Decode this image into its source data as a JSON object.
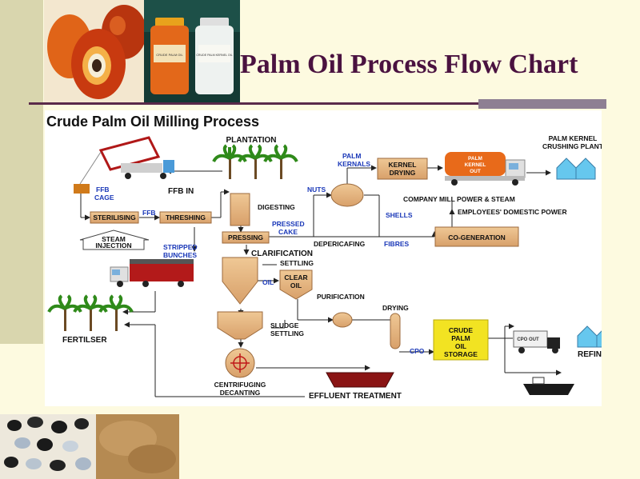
{
  "slide": {
    "title": "Palm Oil Process Flow Chart",
    "colors": {
      "title": "#4a1240",
      "box": "#e3b47c",
      "box_border": "#9c6a3c",
      "arrow": "#222222",
      "label_blue": "#1a38b8"
    }
  },
  "photos": {
    "top_left": "palm-fruit-photo",
    "top_middle": "oil-jars-photo",
    "jar_labels": [
      "CRUDE PALM OIL",
      "CRUDE PALM KERNEL OIL"
    ],
    "bottom_left": "palm-kernels-photo",
    "bottom_middle": "palm-fibre-photo"
  },
  "diagram": {
    "heading": "Crude Palm Oil Milling Process",
    "nodes": {
      "plantation": "PLANTATION",
      "ffb_in": "FFB IN",
      "ffb_cage": [
        "FFB",
        "CAGE"
      ],
      "sterilising": "STERILISING",
      "ffb": "FFB",
      "threshing": "THRESHING",
      "digesting": "DIGESTING",
      "pressing": "PRESSING",
      "pressed_cake": [
        "PRESSED",
        "CAKE"
      ],
      "steam_injection": [
        "STEAM",
        "INJECTION"
      ],
      "stripped_bunches": [
        "STRIPPED",
        "BUNCHES"
      ],
      "nuts": "NUTS",
      "palm_kernals": [
        "PALM",
        "KERNALS"
      ],
      "kernel_drying": [
        "KERNEL",
        "DRYING"
      ],
      "palm_kernel_out": [
        "PALM",
        "KERNEL",
        "OUT"
      ],
      "palm_kernel_crushing_plant": [
        "PALM KERNEL",
        "CRUSHING PLANT"
      ],
      "company_mill_power": "COMPANY MILL POWER & STEAM",
      "employees_power": "EMPLOYEES' DOMESTIC POWER",
      "shells": "SHELLS",
      "fibres": "FIBRES",
      "depericafing": "DEPERICAFING",
      "co_generation": "CO-GENERATION",
      "clarification": "CLARIFICATION",
      "settling": "SETTLING",
      "oil": "OIL",
      "clear_oil": [
        "CLEAR",
        "OIL"
      ],
      "purification": "PURIFICATION",
      "drying": "DRYING",
      "cpo": "CPO",
      "crude_palm_oil_storage": [
        "CRUDE",
        "PALM",
        "OIL",
        "STORAGE"
      ],
      "cpo_out": "CPO OUT",
      "refinery": "REFINERY",
      "fertilser": "FERTILSER",
      "sludge_settling": [
        "SLUDGE",
        "SETTLING"
      ],
      "centrifuging_decanting": [
        "CENTRIFUGING",
        "DECANTING"
      ],
      "effluent_treatment": "EFFLUENT TREATMENT"
    }
  }
}
